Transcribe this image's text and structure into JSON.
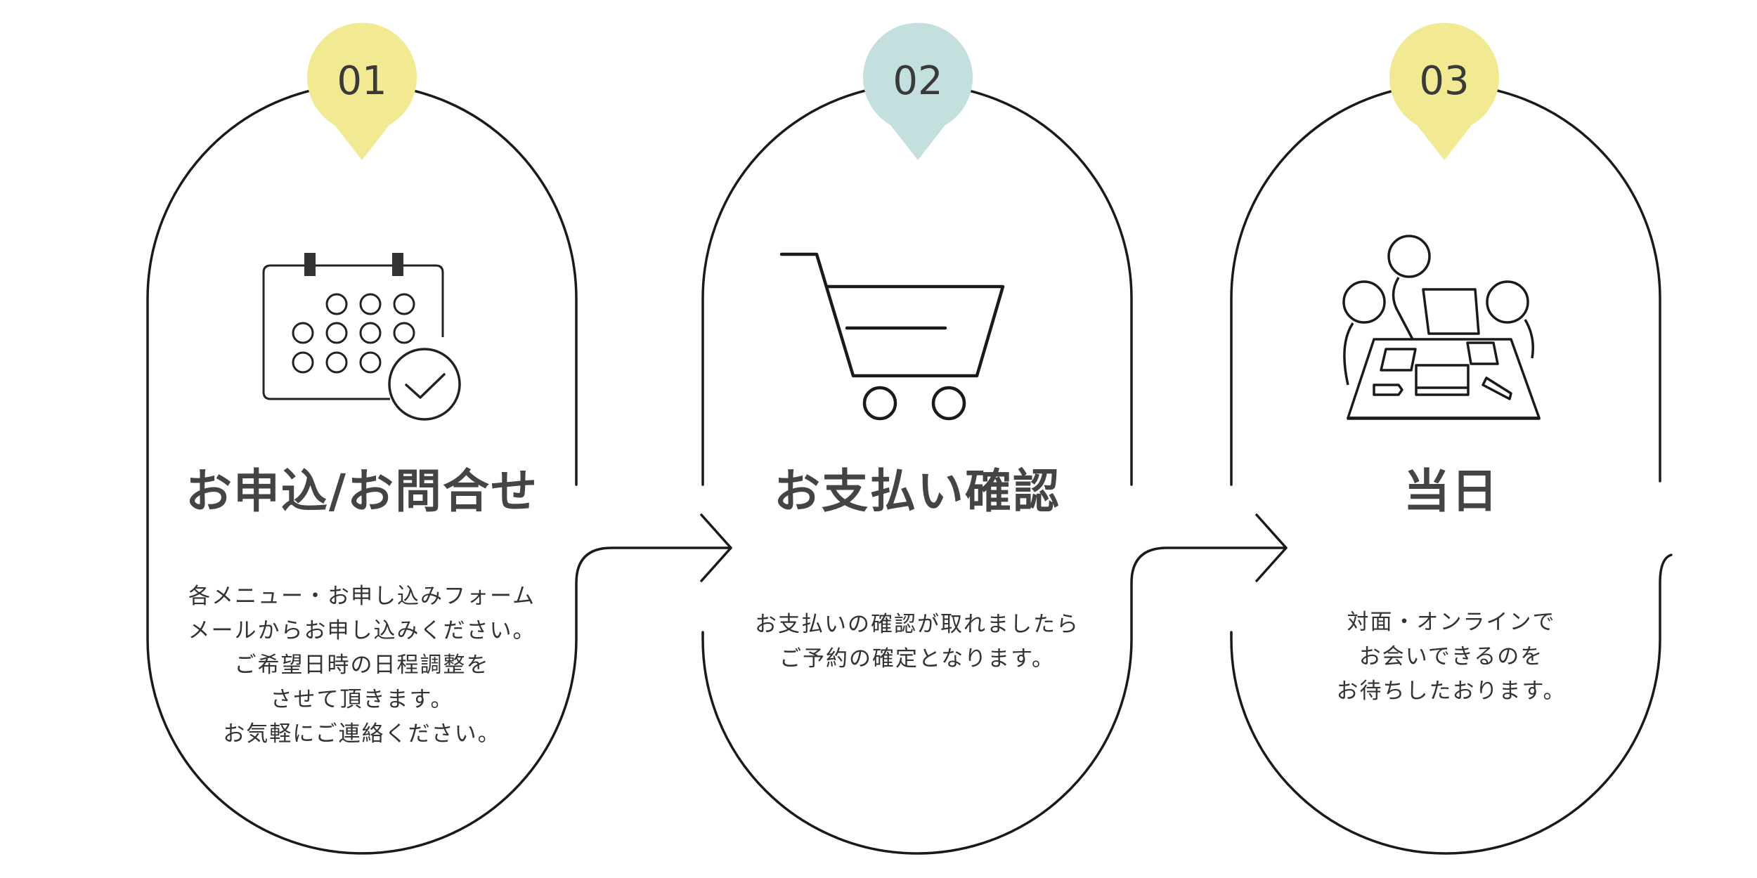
{
  "colors": {
    "badge_yellow": "#f1ea93",
    "badge_teal": "#c3e0df",
    "line": "#1a1a1a",
    "text": "#3d3d3d"
  },
  "steps": [
    {
      "number": "01",
      "badge_color": "#f1ea93",
      "icon": "calendar-check-icon",
      "title": "お申込/お問合せ",
      "description": [
        "各メニュー・お申し込みフォーム",
        "メールからお申し込みください。",
        "ご希望日時の日程調整を",
        "させて頂きます。",
        "お気軽にご連絡ください。"
      ]
    },
    {
      "number": "02",
      "badge_color": "#c3e0df",
      "icon": "shopping-cart-icon",
      "title": "お支払い確認",
      "description": [
        "お支払いの確認が取れましたら",
        "ご予約の確定となります。"
      ]
    },
    {
      "number": "03",
      "badge_color": "#f1ea93",
      "icon": "meeting-icon",
      "title": "当日",
      "description": [
        "対面・オンラインで",
        "お会いできるのを",
        "お待ちしたおります。"
      ]
    }
  ]
}
